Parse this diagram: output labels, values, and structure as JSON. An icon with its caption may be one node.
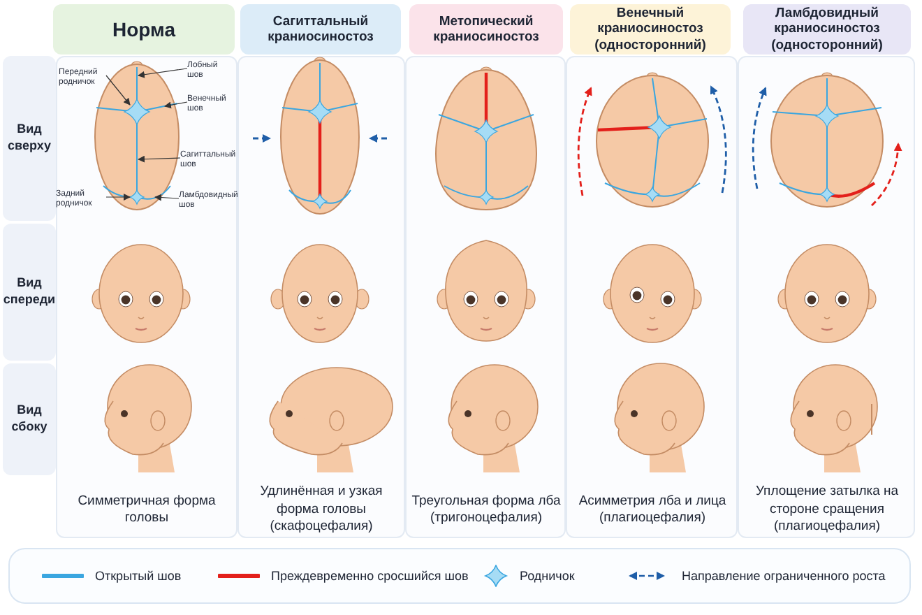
{
  "diagram": {
    "nodes": [
      {
        "text": [
          "Норма"
        ]
      },
      {
        "text": [
          "Сагиттальный краниосиностоз"
        ]
      },
      {
        "text": [
          "Метопический краниосиностоз"
        ]
      },
      {
        "text": [
          "Венечный краниосиностоз (односторонний)"
        ]
      },
      {
        "text": [
          "Ламбдовидный краниосиностоз (односторонний)"
        ]
      },
      {
        "text": [
          "Вид сверху"
        ]
      },
      {
        "text": [
          "Вид спереди"
        ]
      },
      {
        "text": [
          "Вид сбоку"
        ]
      },
      {
        "text": [
          "Передний родничок"
        ]
      },
      {
        "text": [
          "Лобный шов"
        ]
      },
      {
        "text": [
          "Венечный шов"
        ]
      },
      {
        "text": [
          "Сагиттальный шов"
        ]
      },
      {
        "text": [
          "Задний родничок"
        ]
      },
      {
        "text": [
          "Ламбдовидный шов"
        ]
      },
      {
        "text": [],
        "shape": "star"
      },
      {
        "text": [],
        "shape": "line"
      },
      {
        "text": [],
        "shape": "line"
      },
      {
        "text": [],
        "shape": "line"
      },
      {
        "text": [],
        "shape": "star"
      },
      {
        "text": [],
        "shape": "line"
      }
    ],
    "edges": [
      {
        "from": 8,
        "to": 14,
        "arrow": "to"
      },
      {
        "from": 9,
        "to": 15,
        "arrow": "to"
      },
      {
        "from": 10,
        "to": 16,
        "arrow": "to"
      },
      {
        "from": 11,
        "to": 17,
        "arrow": "to"
      },
      {
        "from": 12,
        "to": 18,
        "arrow": "to"
      },
      {
        "from": 13,
        "to": 19,
        "arrow": "to"
      }
    ],
    "labels": [
      "Симметричная форма головы",
      "Удлинённая и узкая форма головы (скафоцефалия)",
      "Треугольная форма лба (тригоноцефалия)",
      "Асимметрия лба и лица (плагиоцефалия)",
      "Уплощение затылка на стороне сращения (плагиоцефалия)"
    ],
    "legend": [
      {
        "text": "Открытый шов"
      },
      {
        "text": "Преждевременно сросшийся шов"
      },
      {
        "text": "Родничок"
      },
      {
        "text": "Направление ограниченного роста"
      }
    ]
  }
}
